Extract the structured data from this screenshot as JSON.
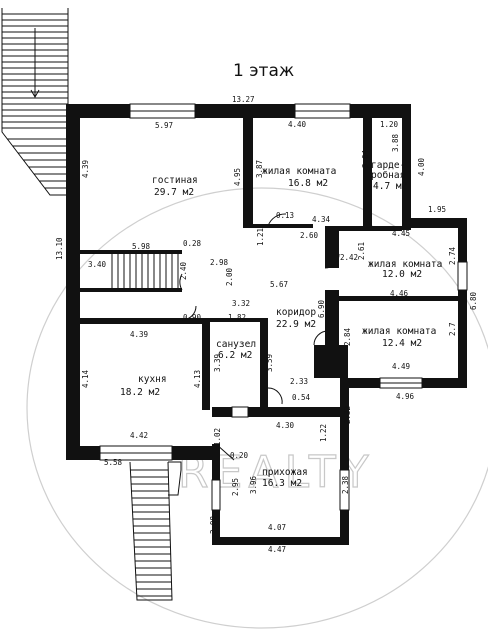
{
  "title": "1 этаж",
  "watermark": "REALTY",
  "rooms": {
    "gostinaya": {
      "name": "гостиная",
      "area": "29.7 м2"
    },
    "zhilaya1": {
      "name": "жилая комната",
      "area": "16.8 м2"
    },
    "garderob_a": "гарде-",
    "garderob_b": "робная",
    "garderob_area": "4.7 м2",
    "zhilaya2": {
      "name": "жилая комната",
      "area": "12.0 м2"
    },
    "koridor": {
      "name": "коридор",
      "area": "22.9 м2"
    },
    "zhilaya3": {
      "name": "жилая комната",
      "area": "12.4 м2"
    },
    "sanuzel": {
      "name": "санузел",
      "area": "6.2 м2"
    },
    "kuhnya": {
      "name": "кухня",
      "area": "18.2 м2"
    },
    "prihozhaya": {
      "name": "прихожая",
      "area": "16.3 м2"
    }
  },
  "dimensions": {
    "d13_27": "13.27",
    "d5_97": "5.97",
    "d4_40": "4.40",
    "d1_20": "1.20",
    "d3_88": "3.88",
    "d4_00": "4.00",
    "d1_95": "1.95",
    "d4_39a": "4.39",
    "d4_95": "4.95",
    "d3_87": "3.87",
    "d3_64": "3.64",
    "d0_13": "0.13",
    "d4_34": "4.34",
    "d2_60": "2.60",
    "d4_45": "4.45",
    "d13_10": "13.10",
    "d1_21": "1.21",
    "d5_98": "5.98",
    "d0_28": "0.28",
    "d2_98a": "2.98",
    "d2_00": "2.00",
    "d5_67": "5.67",
    "d3_40": "3.40",
    "d2_40": "2.40",
    "d2_42": "2.42",
    "d2_61": "2.61",
    "d2_74": "2.74",
    "d4_46": "4.46",
    "d6_80": "6.80",
    "d3_32": "3.32",
    "d0_90": "0.90",
    "d1_82": "1.82",
    "d6_90": "6.90",
    "d2_84": "2.84",
    "d2_7": "2.7",
    "d4_39b": "4.39",
    "d3_39": "3.39",
    "d3_59": "3.59",
    "d4_14": "4.14",
    "d4_13": "4.13",
    "d2_33": "2.33",
    "d4_49": "4.49",
    "d0_54": "0.54",
    "d4_96": "4.96",
    "d2_32": "2.32",
    "d4_30": "4.30",
    "d1_02": "1.02",
    "d1_22": "1.22",
    "d4_42": "4.42",
    "d0_20": "0.20",
    "d5_58": "5.58",
    "d2_95": "2.95",
    "d3_96": "3.96",
    "d2_38": "2.38",
    "d2_98b": "2.98",
    "d4_07": "4.07",
    "d4_47": "4.47"
  }
}
